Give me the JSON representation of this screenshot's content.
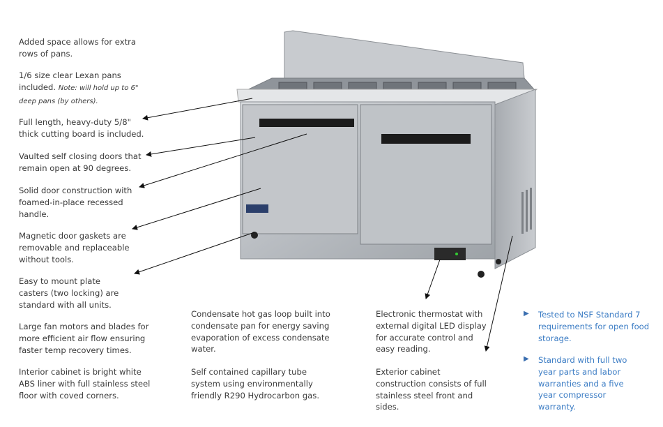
{
  "left_features": [
    {
      "text": "Added space allows for extra rows of pans."
    },
    {
      "text": "1/6 size clear Lexan pans included.",
      "note": "Note: will hold up to 6\" deep pans (by others)."
    },
    {
      "text": "Full length, heavy-duty 5/8\" thick cutting board is included."
    },
    {
      "text": "Vaulted self closing doors that remain open at 90 degrees."
    },
    {
      "text": "Solid door construction with foamed-in-place recessed handle."
    },
    {
      "text": "Magnetic door gaskets are removable and replaceable without tools."
    },
    {
      "text": "Easy to mount plate casters (two locking) are standard with all units."
    },
    {
      "text": "Large fan motors and blades for more efficient air flow ensuring faster temp recovery times."
    },
    {
      "text": "Interior cabinet is bright white ABS liner with full stainless steel floor with coved corners."
    }
  ],
  "middle_features": [
    {
      "text": "Condensate hot gas loop built into condensate pan for energy saving evaporation of excess condensate water."
    },
    {
      "text": "Self contained capillary tube system using environmentally friendly R290 Hydrocarbon gas."
    }
  ],
  "right_features": [
    {
      "text": "Electronic thermostat with external digital LED display for accurate control and easy reading."
    },
    {
      "text": "Exterior cabinet construction consists of full stainless steel front and sides."
    }
  ],
  "highlights": [
    {
      "text": "Tested to NSF Standard 7 requirements for open food storage."
    },
    {
      "text": "Standard with full two year parts and labor warranties and a five year compressor warranty."
    }
  ],
  "colors": {
    "text": "#3a3a3a",
    "accent": "#3b7cc4"
  },
  "icons": {
    "bullet": "triangle-right-icon"
  }
}
